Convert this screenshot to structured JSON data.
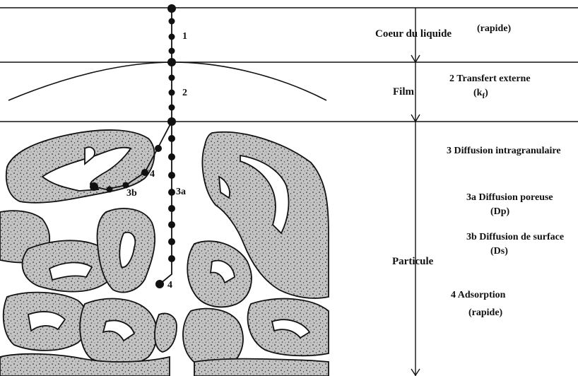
{
  "zones": {
    "bulk": "Coeur du liquide",
    "film": "Film",
    "particle": "Particule"
  },
  "path_labels": {
    "step1": "1",
    "step2": "2",
    "step3a": "3a",
    "step3b": "3b",
    "step4_upper": "4",
    "step4_lower": "4"
  },
  "descriptions": {
    "bulk_rate": "(rapide)",
    "external_transfer": "2 Transfert externe",
    "external_transfer_coef_base": "(k",
    "external_transfer_coef_sub": "f",
    "external_transfer_coef_end": ")",
    "intragranular": "3 Diffusion intragranulaire",
    "pore_diffusion": "3a Diffusion poreuse",
    "pore_diffusion_coef": "(Dp)",
    "surface_diffusion": "3b Diffusion de surface",
    "surface_diffusion_coef": "(Ds)",
    "adsorption": "4 Adsorption",
    "adsorption_rate": "(rapide)"
  },
  "colors": {
    "line": "#111111",
    "grain_fill": "#c4c4c4",
    "pore": "#ffffff"
  }
}
